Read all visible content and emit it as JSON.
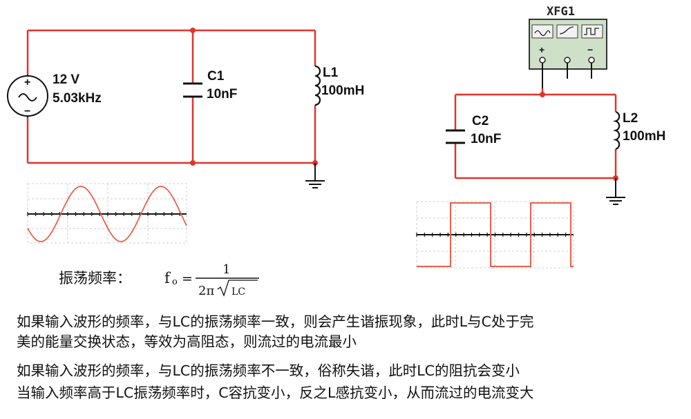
{
  "circuit_left": {
    "source_voltage": "12 V",
    "source_frequency": "5.03kHz",
    "source_plus": "+",
    "source_minus": "−",
    "source_symbol": "~",
    "c1_name": "C1",
    "c1_value": "10nF",
    "l1_name": "L1",
    "l1_value": "100mH"
  },
  "circuit_right": {
    "generator_name": "XFG1",
    "gen_plus": "+",
    "gen_minus": "−",
    "c2_name": "C2",
    "c2_value": "10nF",
    "l2_name": "L2",
    "l2_value": "100mH"
  },
  "formula": {
    "label": "振荡频率：",
    "lhs": "f",
    "lhs_sub": "o",
    "equals": "=",
    "numerator": "1",
    "denominator_prefix": "2π",
    "denominator_radicand": "LC"
  },
  "paragraphs": [
    "如果输入波形的频率，与LC的振荡频率一致，则会产生谐振现象，此时L与C处于完",
    "美的能量交换状态，等效为高阻态，则流过的电流最小",
    "如果输入波形的频率，与LC的振荡频率不一致，俗称失谐，此时LC的阻抗会变小",
    "当输入频率高于LC振荡频率时，C容抗变小，反之L感抗变小，从而流过的电流变大"
  ],
  "colors": {
    "wire": "#e0342a",
    "component": "#111111",
    "waveform": "#e8604c",
    "grid": "#cccccc",
    "generator_body": "#cfe0c8",
    "generator_border": "#333333"
  }
}
